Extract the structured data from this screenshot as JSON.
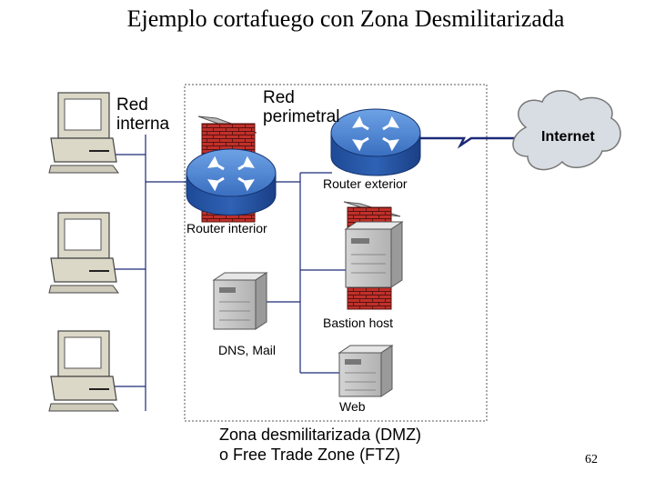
{
  "title": "Ejemplo cortafuego con Zona Desmilitarizada",
  "labels": {
    "red_interna_1": "Red",
    "red_interna_2": "interna",
    "red_perimetral_1": "Red",
    "red_perimetral_2": "perimetral",
    "internet": "Internet",
    "router_exterior": "Router exterior",
    "router_interior": "Router interior",
    "bastion_host": "Bastion host",
    "dns_mail": "DNS, Mail",
    "web": "Web",
    "dmz_1": "Zona desmilitarizada (DMZ)",
    "dmz_2": "o Free Trade Zone (FTZ)"
  },
  "page_number": "62",
  "colors": {
    "router": "#3f78c8",
    "firewall_brick": "#c0302a",
    "cloud": "#d8dde3",
    "link_line": "#1c2a78",
    "computer": "#dcd8c8"
  },
  "icons": [
    "computer-icon",
    "router-icon",
    "firewall-icon",
    "server-icon",
    "cloud-icon"
  ]
}
